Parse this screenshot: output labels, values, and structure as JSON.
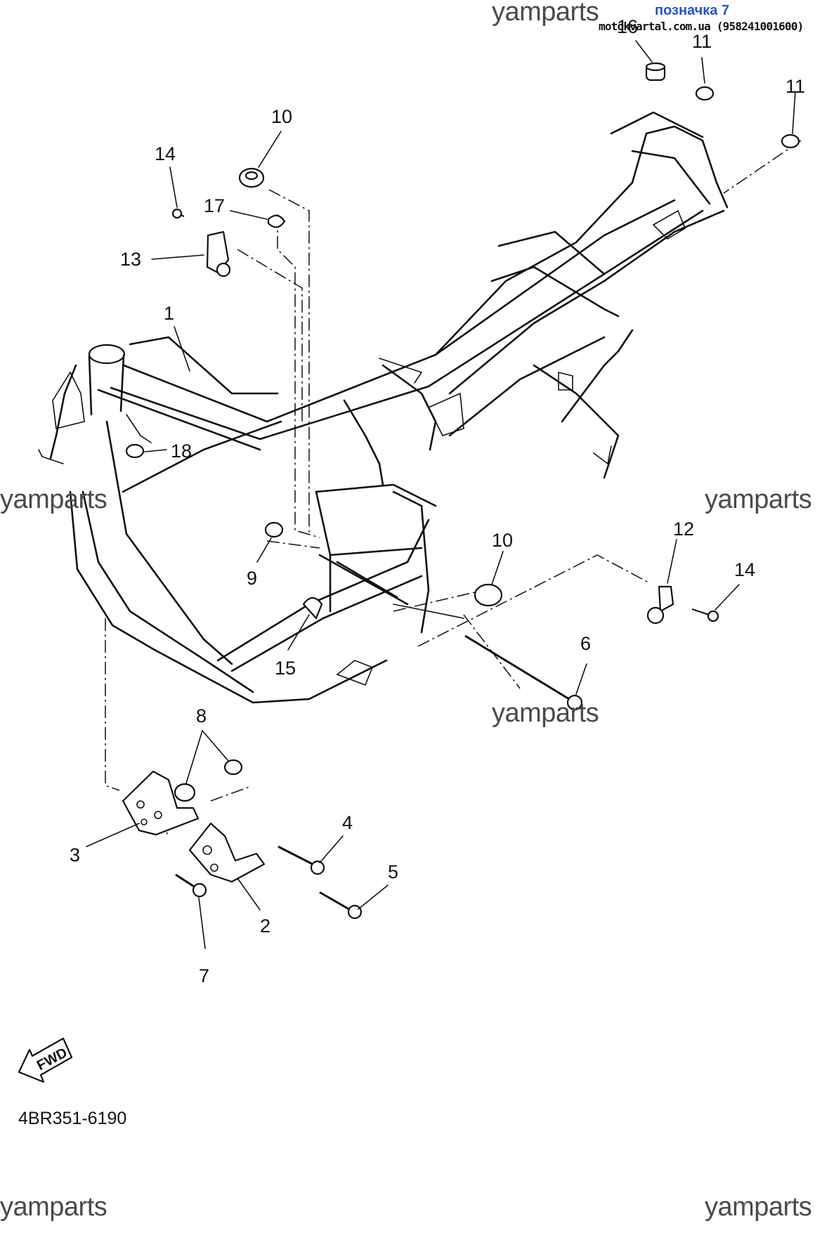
{
  "watermark": "yamparts",
  "header": {
    "badge": "позначка 7",
    "site": "motokvartal.com.ua (958241001600)"
  },
  "part_code": "4BR351-6190",
  "fwd_label": "FWD",
  "callouts": [
    "1",
    "2",
    "3",
    "4",
    "5",
    "6",
    "7",
    "8",
    "9",
    "10",
    "10",
    "11",
    "11",
    "12",
    "13",
    "14",
    "14",
    "15",
    "16",
    "17",
    "18"
  ],
  "colors": {
    "badge": "#2255cc",
    "line": "#111111",
    "watermark": "#4a4a4a"
  }
}
